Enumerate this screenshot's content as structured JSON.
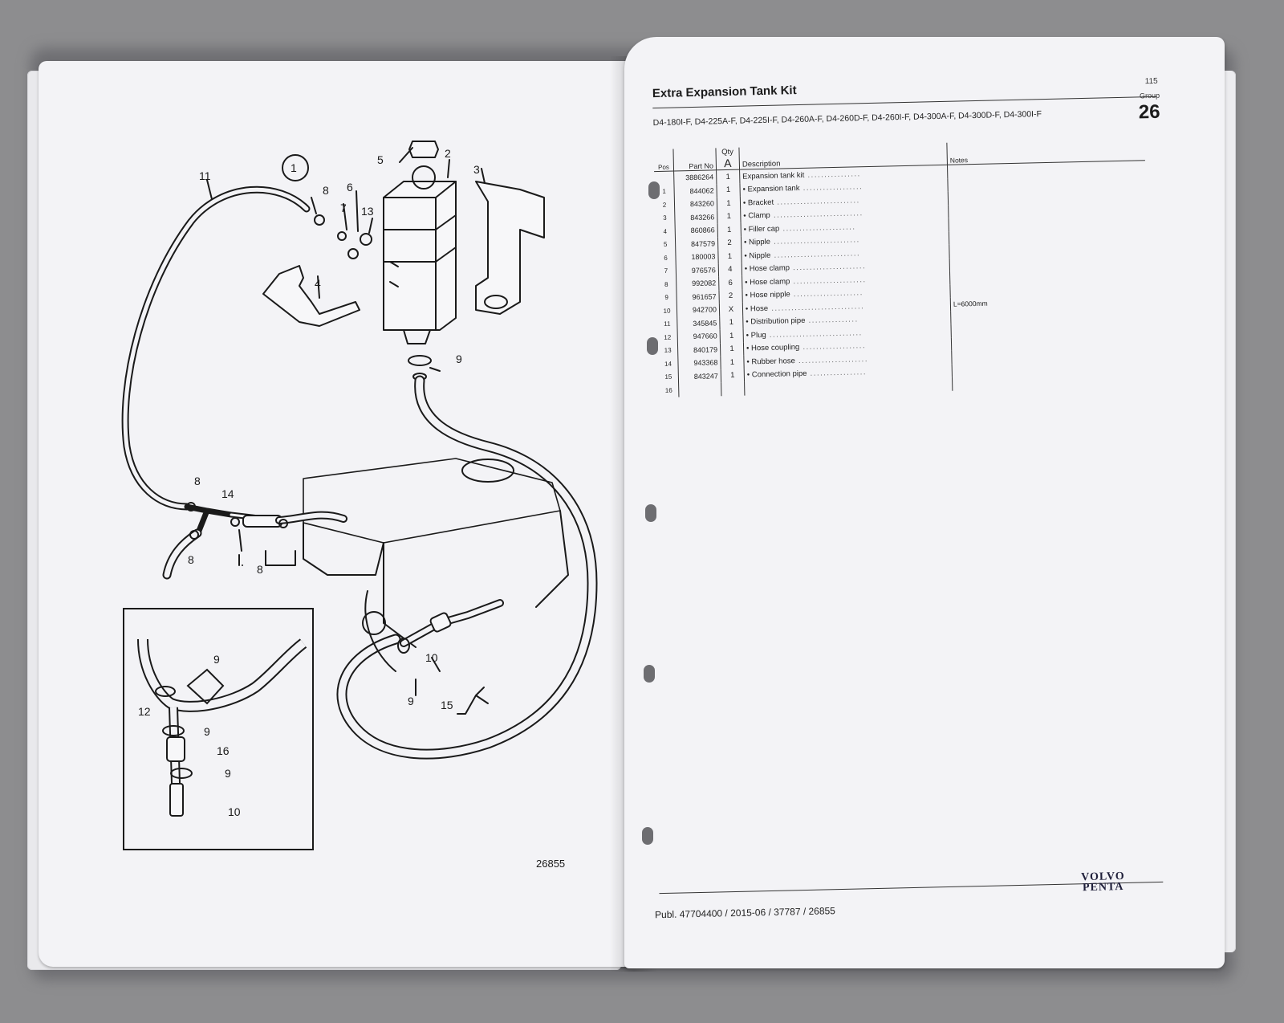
{
  "left_page": {
    "figure_id": "26855",
    "callouts": {
      "circled": "1",
      "n1": "1",
      "n2": "2",
      "n3": "3",
      "n4": "4",
      "n5": "5",
      "n6": "6",
      "n7": "7",
      "n8": "8",
      "n9": "9",
      "n10": "10",
      "n11": "11",
      "n12": "12",
      "n13": "13",
      "n14": "14",
      "n15": "15",
      "n16": "16"
    }
  },
  "right_page": {
    "title": "Extra Expansion Tank Kit",
    "page_number": "115",
    "group_label": "Group",
    "group_number": "26",
    "models": "D4-180I-F, D4-225A-F, D4-225I-F, D4-260A-F, D4-260D-F, D4-260I-F, D4-300A-F, D4-300D-F, D4-300I-F",
    "table": {
      "headers": {
        "pos": "Pos",
        "part_no": "Part No",
        "qty": "Qty",
        "qty_variant": "A",
        "description": "Description",
        "notes": "Notes"
      },
      "rows": [
        {
          "pos": "",
          "part": "3886264",
          "qty": "1",
          "desc": "Expansion tank kit",
          "notes": ""
        },
        {
          "pos": "1",
          "part": "844062",
          "qty": "1",
          "desc": "• Expansion tank",
          "notes": ""
        },
        {
          "pos": "2",
          "part": "843260",
          "qty": "1",
          "desc": "• Bracket",
          "notes": ""
        },
        {
          "pos": "3",
          "part": "843266",
          "qty": "1",
          "desc": "• Clamp",
          "notes": ""
        },
        {
          "pos": "4",
          "part": "860866",
          "qty": "1",
          "desc": "• Filler cap",
          "notes": ""
        },
        {
          "pos": "5",
          "part": "847579",
          "qty": "2",
          "desc": "• Nipple",
          "notes": ""
        },
        {
          "pos": "6",
          "part": "180003",
          "qty": "1",
          "desc": "• Nipple",
          "notes": ""
        },
        {
          "pos": "7",
          "part": "976576",
          "qty": "4",
          "desc": "• Hose clamp",
          "notes": ""
        },
        {
          "pos": "8",
          "part": "992082",
          "qty": "6",
          "desc": "• Hose clamp",
          "notes": ""
        },
        {
          "pos": "9",
          "part": "961657",
          "qty": "2",
          "desc": "• Hose nipple",
          "notes": ""
        },
        {
          "pos": "10",
          "part": "942700",
          "qty": "X",
          "desc": "• Hose",
          "notes": "L=6000mm"
        },
        {
          "pos": "11",
          "part": "345845",
          "qty": "1",
          "desc": "• Distribution pipe",
          "notes": ""
        },
        {
          "pos": "12",
          "part": "947660",
          "qty": "1",
          "desc": "• Plug",
          "notes": ""
        },
        {
          "pos": "13",
          "part": "840179",
          "qty": "1",
          "desc": "• Hose coupling",
          "notes": ""
        },
        {
          "pos": "14",
          "part": "943368",
          "qty": "1",
          "desc": "• Rubber hose",
          "notes": ""
        },
        {
          "pos": "15",
          "part": "843247",
          "qty": "1",
          "desc": "• Connection pipe",
          "notes": ""
        },
        {
          "pos": "16",
          "part": "",
          "qty": "",
          "desc": "",
          "notes": ""
        }
      ]
    },
    "footer": {
      "publication": "Publ. 47704400 / 2015-06 / 37787 / 26855",
      "logo_line1": "VOLVO",
      "logo_line2": "PENTA"
    }
  },
  "colors": {
    "background": "#8d8d8f",
    "paper": "#f3f3f6",
    "ink": "#1a1a1a",
    "logo": "#1f1f3a"
  }
}
